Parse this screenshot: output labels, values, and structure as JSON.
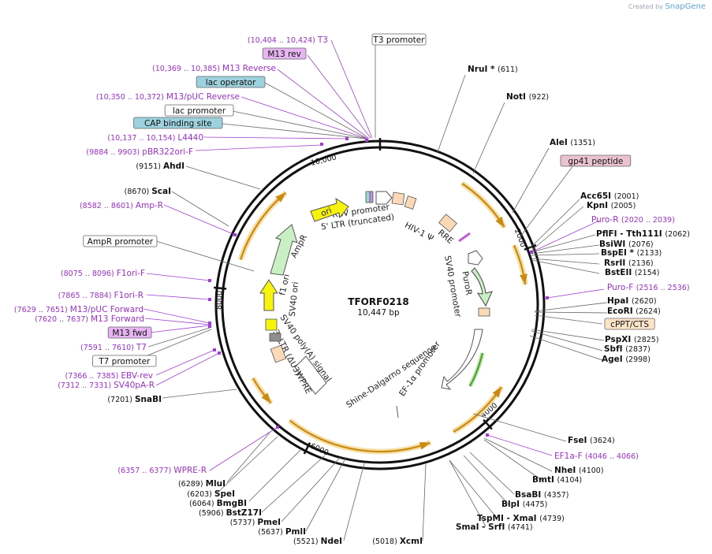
{
  "credit": {
    "prefix": "Created by",
    "brand": "SnapGene"
  },
  "plasmid": {
    "name": "TFORF0218",
    "size": "10,447 bp"
  },
  "ticks": [
    "10,000",
    "2000",
    "4000",
    "6000",
    "8000"
  ],
  "inner_features": [
    "RSV promoter",
    "5' LTR (truncated)",
    "HIV-1 Ψ",
    "RRE",
    "PuroR",
    "SV40 promoter",
    "EF-1α promoter",
    "Shine-Dalgarno sequence",
    "WPRE",
    "3' LTR (ΔU3)",
    "SV40 poly(A) signal",
    "SV40 ori",
    "f1 ori",
    "AmpR",
    "ori"
  ],
  "left_labels": [
    {
      "pos": "(10,404 .. 10,424)",
      "name": "T3",
      "kind": "primer"
    },
    {
      "name": "M13 rev",
      "kind": "box-primer"
    },
    {
      "pos": "(10,369 .. 10,385)",
      "name": "M13 Reverse",
      "kind": "primer"
    },
    {
      "name": "lac operator",
      "kind": "box-blue"
    },
    {
      "pos": "(10,350 .. 10,372)",
      "name": "M13/pUC Reverse",
      "kind": "primer"
    },
    {
      "name": "lac promoter",
      "kind": "box-white"
    },
    {
      "name": "CAP binding site",
      "kind": "box-blue"
    },
    {
      "pos": "(10,137 .. 10,154)",
      "name": "L4440",
      "kind": "primer"
    },
    {
      "pos": "(9884 .. 9903)",
      "name": "pBR322ori-F",
      "kind": "primer"
    },
    {
      "pos": "(9151)",
      "name": "AhdI",
      "kind": "enzyme"
    },
    {
      "pos": "(8670)",
      "name": "ScaI",
      "kind": "enzyme"
    },
    {
      "pos": "(8582 .. 8601)",
      "name": "Amp-R",
      "kind": "primer"
    },
    {
      "name": "AmpR promoter",
      "kind": "box-white"
    },
    {
      "pos": "(8075 .. 8096)",
      "name": "F1ori-F",
      "kind": "primer"
    },
    {
      "pos": "(7865 .. 7884)",
      "name": "F1ori-R",
      "kind": "primer"
    },
    {
      "pos": "(7629 .. 7651)",
      "name": "M13/pUC Forward",
      "kind": "primer"
    },
    {
      "pos": "(7620 .. 7637)",
      "name": "M13 Forward",
      "kind": "primer"
    },
    {
      "name": "M13 fwd",
      "kind": "box-primer"
    },
    {
      "pos": "(7591 .. 7610)",
      "name": "T7",
      "kind": "primer"
    },
    {
      "name": "T7 promoter",
      "kind": "box-white"
    },
    {
      "pos": "(7366 .. 7385)",
      "name": "EBV-rev",
      "kind": "primer"
    },
    {
      "pos": "(7312 .. 7331)",
      "name": "SV40pA-R",
      "kind": "primer"
    },
    {
      "pos": "(7201)",
      "name": "SnaBI",
      "kind": "enzyme"
    },
    {
      "pos": "(6357 .. 6377)",
      "name": "WPRE-R",
      "kind": "primer"
    }
  ],
  "top_labels": [
    {
      "name": "T3 promoter",
      "kind": "box-white"
    }
  ],
  "right_labels": [
    {
      "name": "NruI *",
      "pos": "(611)",
      "kind": "enzyme"
    },
    {
      "name": "NotI",
      "pos": "(922)",
      "kind": "enzyme"
    },
    {
      "name": "AleI",
      "pos": "(1351)",
      "kind": "enzyme"
    },
    {
      "name": "gp41 peptide",
      "kind": "box-pink"
    },
    {
      "name": "Acc65I",
      "pos": "(2001)",
      "kind": "enzyme"
    },
    {
      "name": "KpnI",
      "pos": "(2005)",
      "kind": "enzyme"
    },
    {
      "name": "Puro-R",
      "pos": "(2020 .. 2039)",
      "kind": "primer"
    },
    {
      "name": "PflFI - Tth111I",
      "pos": "(2062)",
      "kind": "enzyme"
    },
    {
      "name": "BsiWI",
      "pos": "(2076)",
      "kind": "enzyme"
    },
    {
      "name": "BspEI *",
      "pos": "(2133)",
      "kind": "enzyme"
    },
    {
      "name": "RsrII",
      "pos": "(2136)",
      "kind": "enzyme"
    },
    {
      "name": "BstEII",
      "pos": "(2154)",
      "kind": "enzyme"
    },
    {
      "name": "Puro-F",
      "pos": "(2516 .. 2536)",
      "kind": "primer"
    },
    {
      "name": "HpaI",
      "pos": "(2620)",
      "kind": "enzyme"
    },
    {
      "name": "EcoRI",
      "pos": "(2624)",
      "kind": "enzyme"
    },
    {
      "name": "cPPT/CTS",
      "kind": "box-orange"
    },
    {
      "name": "PspXI",
      "pos": "(2825)",
      "kind": "enzyme"
    },
    {
      "name": "SbfI",
      "pos": "(2837)",
      "kind": "enzyme"
    },
    {
      "name": "AgeI",
      "pos": "(2998)",
      "kind": "enzyme"
    },
    {
      "name": "FseI",
      "pos": "(3624)",
      "kind": "enzyme"
    },
    {
      "name": "EF1a-F",
      "pos": "(4046 .. 4066)",
      "kind": "primer"
    },
    {
      "name": "NheI",
      "pos": "(4100)",
      "kind": "enzyme"
    },
    {
      "name": "BmtI",
      "pos": "(4104)",
      "kind": "enzyme"
    },
    {
      "name": "BsaBI",
      "pos": "(4357)",
      "kind": "enzyme"
    },
    {
      "name": "BlpI",
      "pos": "(4475)",
      "kind": "enzyme"
    },
    {
      "name": "TspMI - XmaI",
      "pos": "(4739)",
      "kind": "enzyme"
    },
    {
      "name": "SmaI - SrfI",
      "pos": "(4741)",
      "kind": "enzyme"
    }
  ],
  "bottom_labels": [
    {
      "pos": "(6289)",
      "name": "MluI"
    },
    {
      "pos": "(6203)",
      "name": "SpeI"
    },
    {
      "pos": "(6064)",
      "name": "BmgBI"
    },
    {
      "pos": "(5906)",
      "name": "BstZ17I"
    },
    {
      "pos": "(5737)",
      "name": "PmeI"
    },
    {
      "pos": "(5637)",
      "name": "PmlI"
    },
    {
      "pos": "(5521)",
      "name": "NdeI"
    },
    {
      "pos": "(5018)",
      "name": "XcmI"
    }
  ]
}
